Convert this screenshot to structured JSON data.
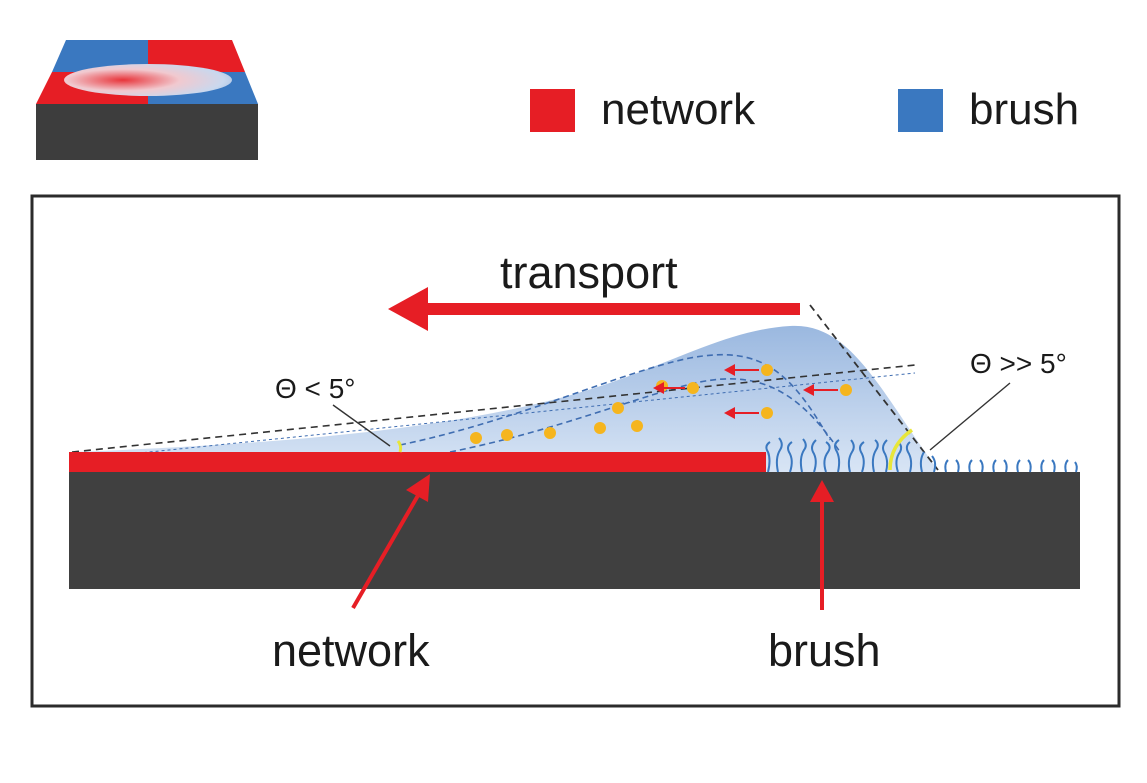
{
  "colors": {
    "network": "#e61e25",
    "brush": "#3a78c0",
    "substrate": "#404040",
    "droplet": "#a9c1e3",
    "particles": "#f5b51e",
    "contact_angle_marker": "#e8e63a"
  },
  "legend": [
    {
      "label": "network",
      "color": "#e61e25"
    },
    {
      "label": "brush",
      "color": "#3a78c0"
    }
  ],
  "diagram": {
    "arrow_label": "transport",
    "angle_low": "Θ < 5°",
    "angle_high": "Θ >> 5°",
    "label_network": "network",
    "label_brush": "brush"
  }
}
